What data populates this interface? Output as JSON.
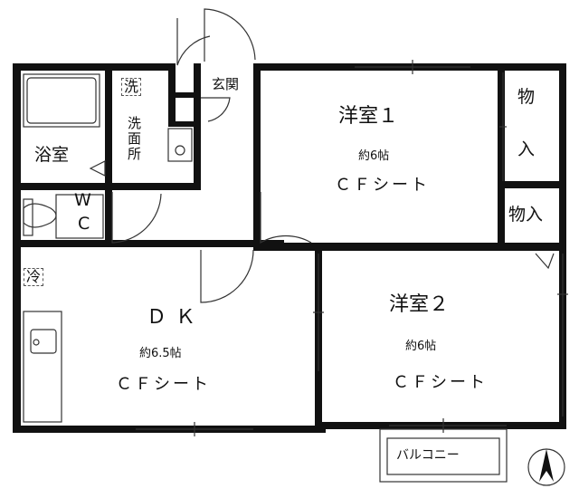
{
  "rooms": {
    "bath": "浴室",
    "washroom": "洗面所",
    "washer": "洗",
    "entrance": "玄関",
    "wc_w": "W",
    "wc_c": "C",
    "western1": "洋室１",
    "western1_size": "約6帖",
    "western1_floor": "ＣＦシート",
    "closet1_a": "物",
    "closet1_b": "入",
    "closet2": "物入",
    "dk": "ＤＫ",
    "dk_size": "約6.5帖",
    "dk_floor": "ＣＦシート",
    "fridge": "冷",
    "western2": "洋室２",
    "western2_size": "約6帖",
    "western2_floor": "ＣＦシート",
    "balcony": "バルコニー"
  },
  "colors": {
    "wall": "#111111",
    "line": "#333333"
  },
  "icons": {
    "north": "north-arrow-icon"
  }
}
